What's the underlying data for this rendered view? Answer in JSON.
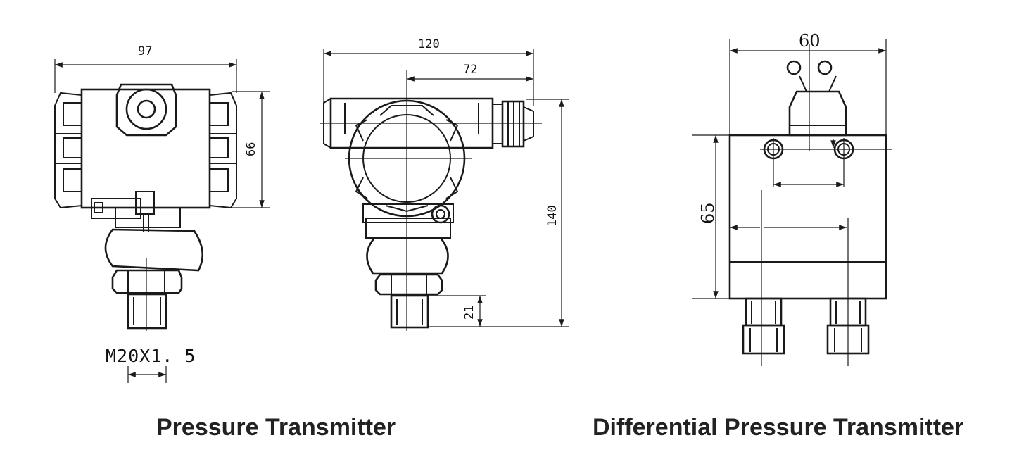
{
  "pressure_transmitter": {
    "caption": "Pressure Transmitter",
    "dims": {
      "width_front": "97",
      "height_front": "66",
      "width_side": "120",
      "offset_side": "72",
      "height_total": "140",
      "thread_length": "21",
      "thread_spec": "M20X1. 5"
    }
  },
  "differential_pressure_transmitter": {
    "caption": "Differential Pressure Transmitter",
    "dims": {
      "width": "60",
      "height": "65"
    }
  },
  "colors": {
    "line": "#1a1a1a",
    "text": "#222222",
    "background": "#ffffff"
  }
}
